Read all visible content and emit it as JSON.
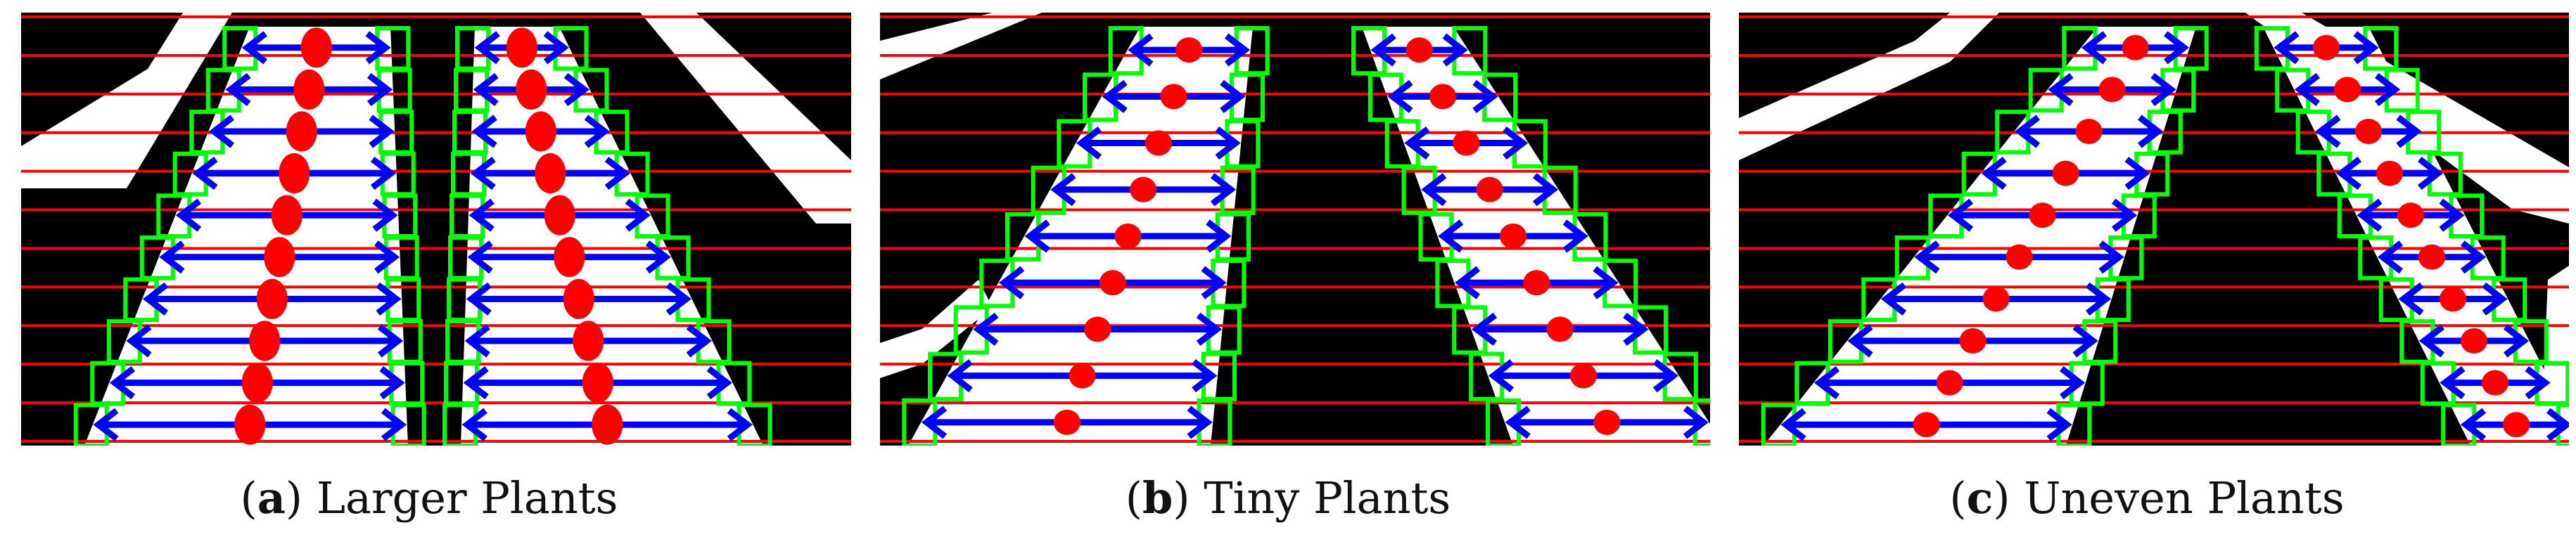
{
  "figure": {
    "panels": [
      {
        "id": "a",
        "letter": "a",
        "title": "Larger Plants",
        "row_count": 10,
        "max_green_boxes_per_side": 10
      },
      {
        "id": "b",
        "letter": "b",
        "title": "Tiny Plants",
        "row_count": 10,
        "max_green_boxes_per_side": 9
      },
      {
        "id": "c",
        "letter": "c",
        "title": "Uneven Plants",
        "row_count": 10,
        "max_green_boxes_per_side": 10
      }
    ],
    "colors": {
      "background": "#000000",
      "plants": "#ffffff",
      "scan_line": "#ff0000",
      "center_marker": "#ff0000",
      "width_arrow": "#0000ff",
      "box": "#00ff00"
    }
  }
}
